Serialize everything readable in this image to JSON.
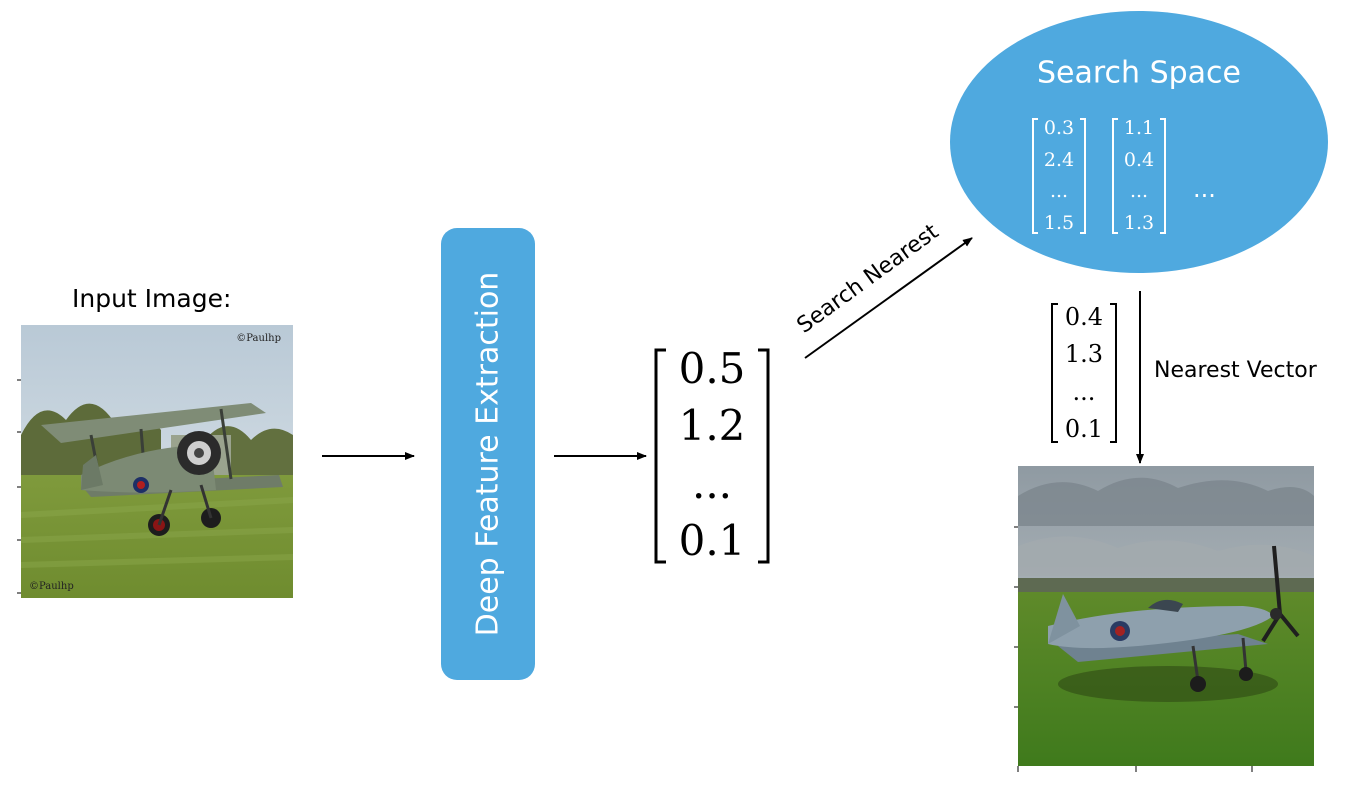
{
  "input": {
    "label": "Input Image:",
    "watermark_top": "©Paulhp",
    "watermark_bottom": "©Paulhp"
  },
  "extractor": {
    "label": "Deep Feature Extraction",
    "color": "#4FA9DF"
  },
  "feature_vector": [
    "0.5",
    "1.2",
    "...",
    "0.1"
  ],
  "search_edge": {
    "label": "Search Nearest"
  },
  "search_space": {
    "title": "Search Space",
    "color": "#4FA9DF",
    "vectors": [
      [
        "0.3",
        "2.4",
        "...",
        "1.5"
      ],
      [
        "1.1",
        "0.4",
        "...",
        "1.3"
      ]
    ],
    "more": "..."
  },
  "nearest": {
    "vector": [
      "0.4",
      "1.3",
      "...",
      "0.1"
    ],
    "label": "Nearest Vector"
  },
  "icons": {
    "input_image": "biplane-photo",
    "output_image": "spitfire-photo",
    "arrows": "right-arrow-icon"
  }
}
